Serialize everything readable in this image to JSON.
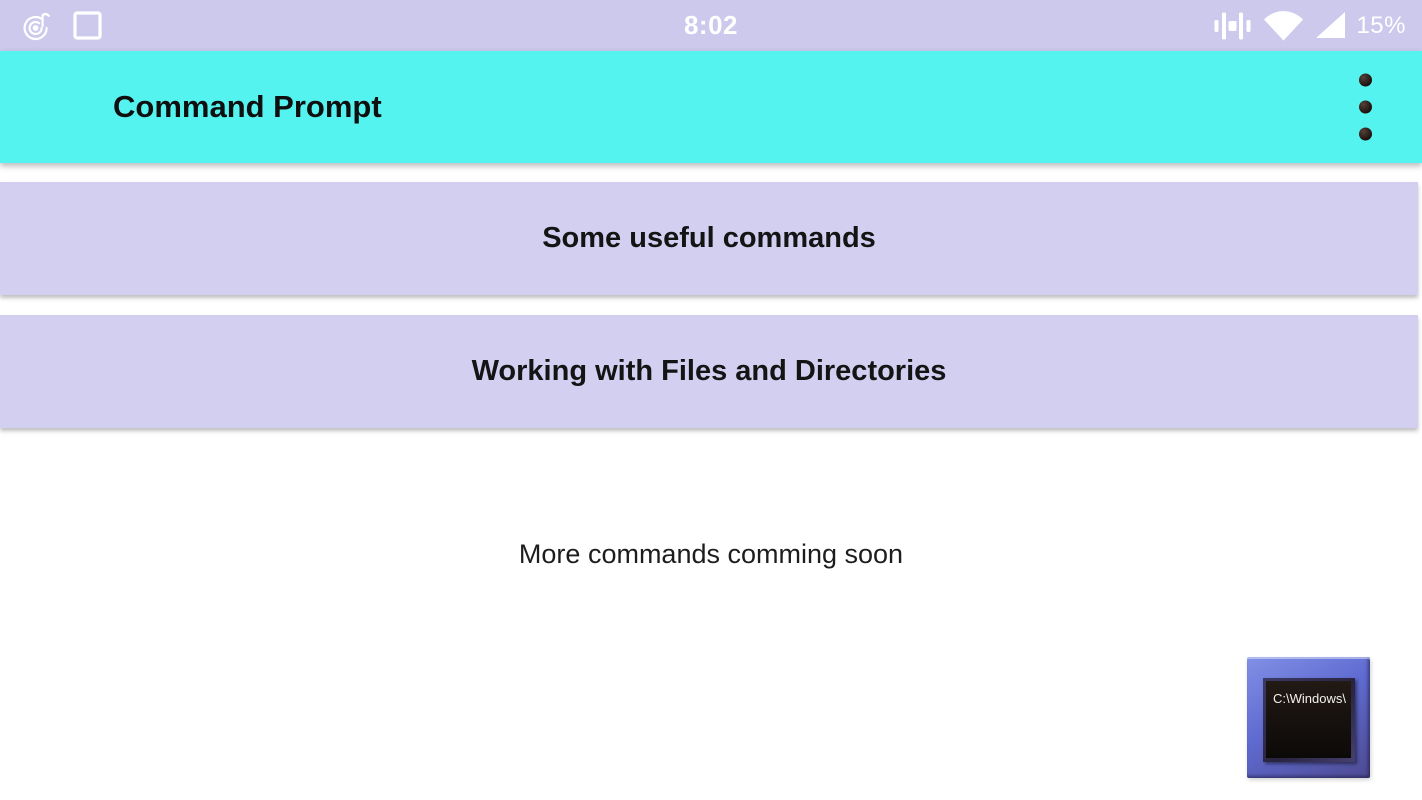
{
  "status_bar": {
    "time": "8:02",
    "battery_percent": "15%",
    "left_icons": [
      "music-notification-icon",
      "square-notification-icon"
    ],
    "right_icons": [
      "vibrate-icon",
      "wifi-icon",
      "cellular-signal-icon"
    ]
  },
  "app_bar": {
    "title": "Command Prompt"
  },
  "buttons": [
    {
      "label": "Some useful commands"
    },
    {
      "label": "Working with Files and Directories"
    }
  ],
  "footer_note": "More commands comming soon",
  "app_icon": {
    "screen_text": "C:\\Windows\\"
  },
  "colors": {
    "status_bar_bg": "#cdc9ed",
    "app_bar_bg": "#55f3ef",
    "button_bg": "#d2cff1",
    "icon_frame_blue": "#5f6bd0"
  }
}
